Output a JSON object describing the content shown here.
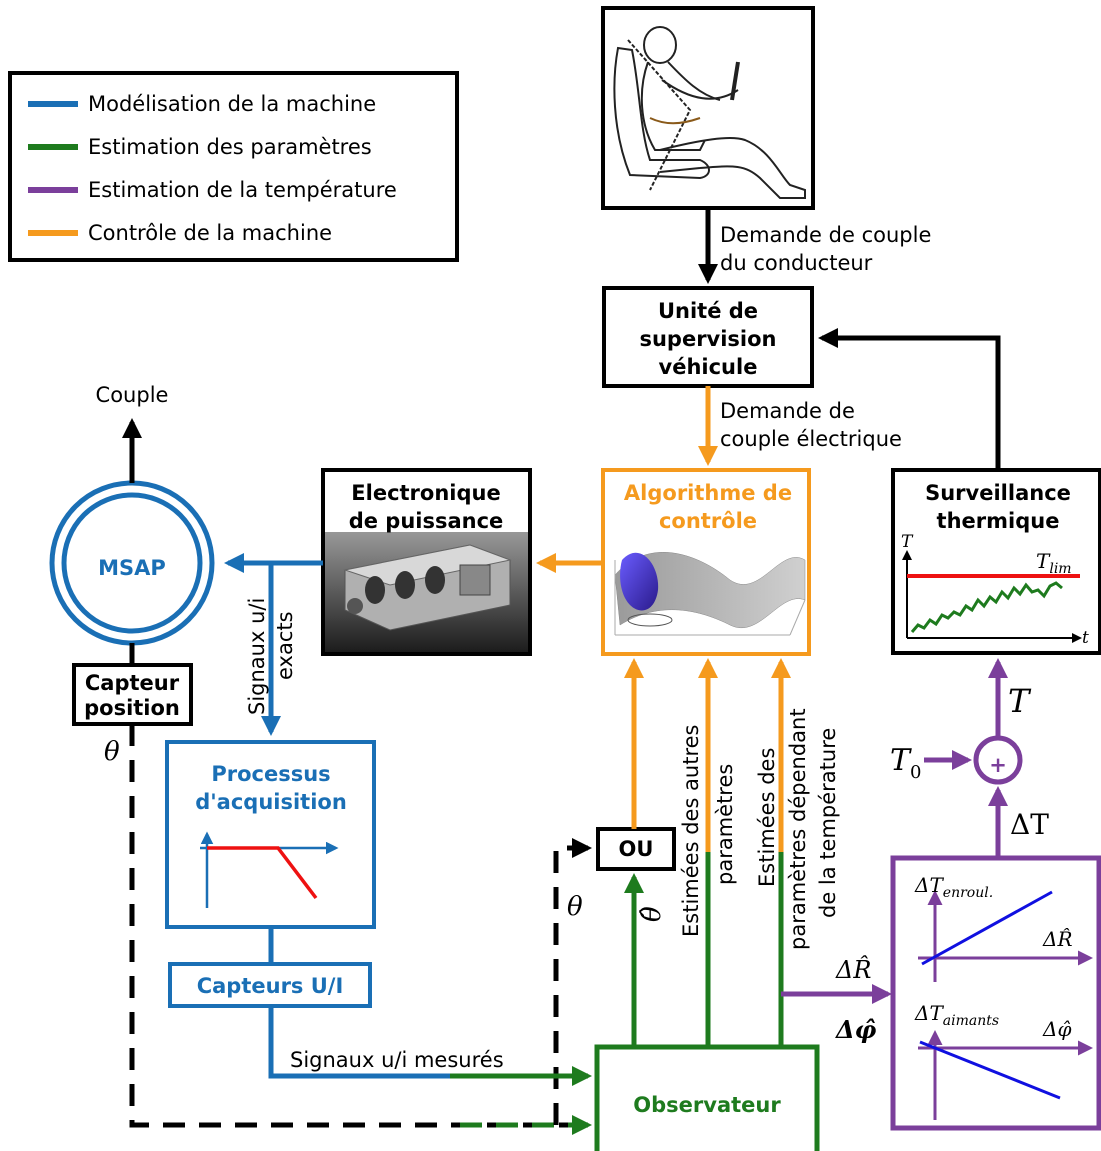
{
  "colors": {
    "black": "#000000",
    "blue": "#1a6fb5",
    "green": "#1e7b1e",
    "purple": "#7b3f9b",
    "orange": "#f59a1e",
    "red": "#ee1111",
    "plotblue": "#1010e0"
  },
  "legend": {
    "items": [
      {
        "label": "Modélisation de la machine",
        "color": "#1a6fb5"
      },
      {
        "label": "Estimation des paramètres",
        "color": "#1e7b1e"
      },
      {
        "label": "Estimation de la température",
        "color": "#7b3f9b"
      },
      {
        "label": "Contrôle de la machine",
        "color": "#f59a1e"
      }
    ]
  },
  "driver": {
    "icon": "car-driver-seat-icon"
  },
  "labels": {
    "demande_conducteur": [
      "Demande de couple",
      "du conducteur"
    ],
    "demande_electrique": [
      "Demande de",
      "couple électrique"
    ],
    "couple": "Couple",
    "signaux_exacts": [
      "Signaux u/i",
      "exacts"
    ],
    "signaux_mesures": "Signaux u/i mesurés",
    "estimees_autres": [
      "Estimées des autres",
      "paramètres"
    ],
    "estimees_temp": [
      "Estimées des",
      "paramètres dépendant",
      "de la température"
    ],
    "theta": "θ",
    "theta_hat": "θ̂",
    "T": "T",
    "T0": "T",
    "T0_sub": "0",
    "deltaT": "ΔT",
    "deltaR": "ΔR̂",
    "deltaPhi": "Δφ̂"
  },
  "blocks": {
    "supervision": [
      "Unité de",
      "supervision",
      "véhicule"
    ],
    "surveillance": [
      "Surveillance",
      "thermique"
    ],
    "algorithme": [
      "Algorithme de",
      "contrôle"
    ],
    "electronique": [
      "Electronique",
      "de puissance"
    ],
    "msap": "MSAP",
    "capteur_position": [
      "Capteur",
      "position"
    ],
    "processus": [
      "Processus",
      "d'acquisition"
    ],
    "capteurs_ui": "Capteurs U/I",
    "ou": "OU",
    "observateur": "Observateur",
    "plus": "+"
  },
  "thermal_plot": {
    "axis_t": "T",
    "axis_x": "t",
    "limit": "T",
    "limit_sub": "lim"
  },
  "purple_plot": {
    "top_ylabel": "ΔT",
    "top_ylabel_sub": "enroul.",
    "top_xlabel": "ΔR̂",
    "bottom_ylabel": "ΔT",
    "bottom_ylabel_sub": "aimants",
    "bottom_xlabel": "Δφ̂"
  }
}
